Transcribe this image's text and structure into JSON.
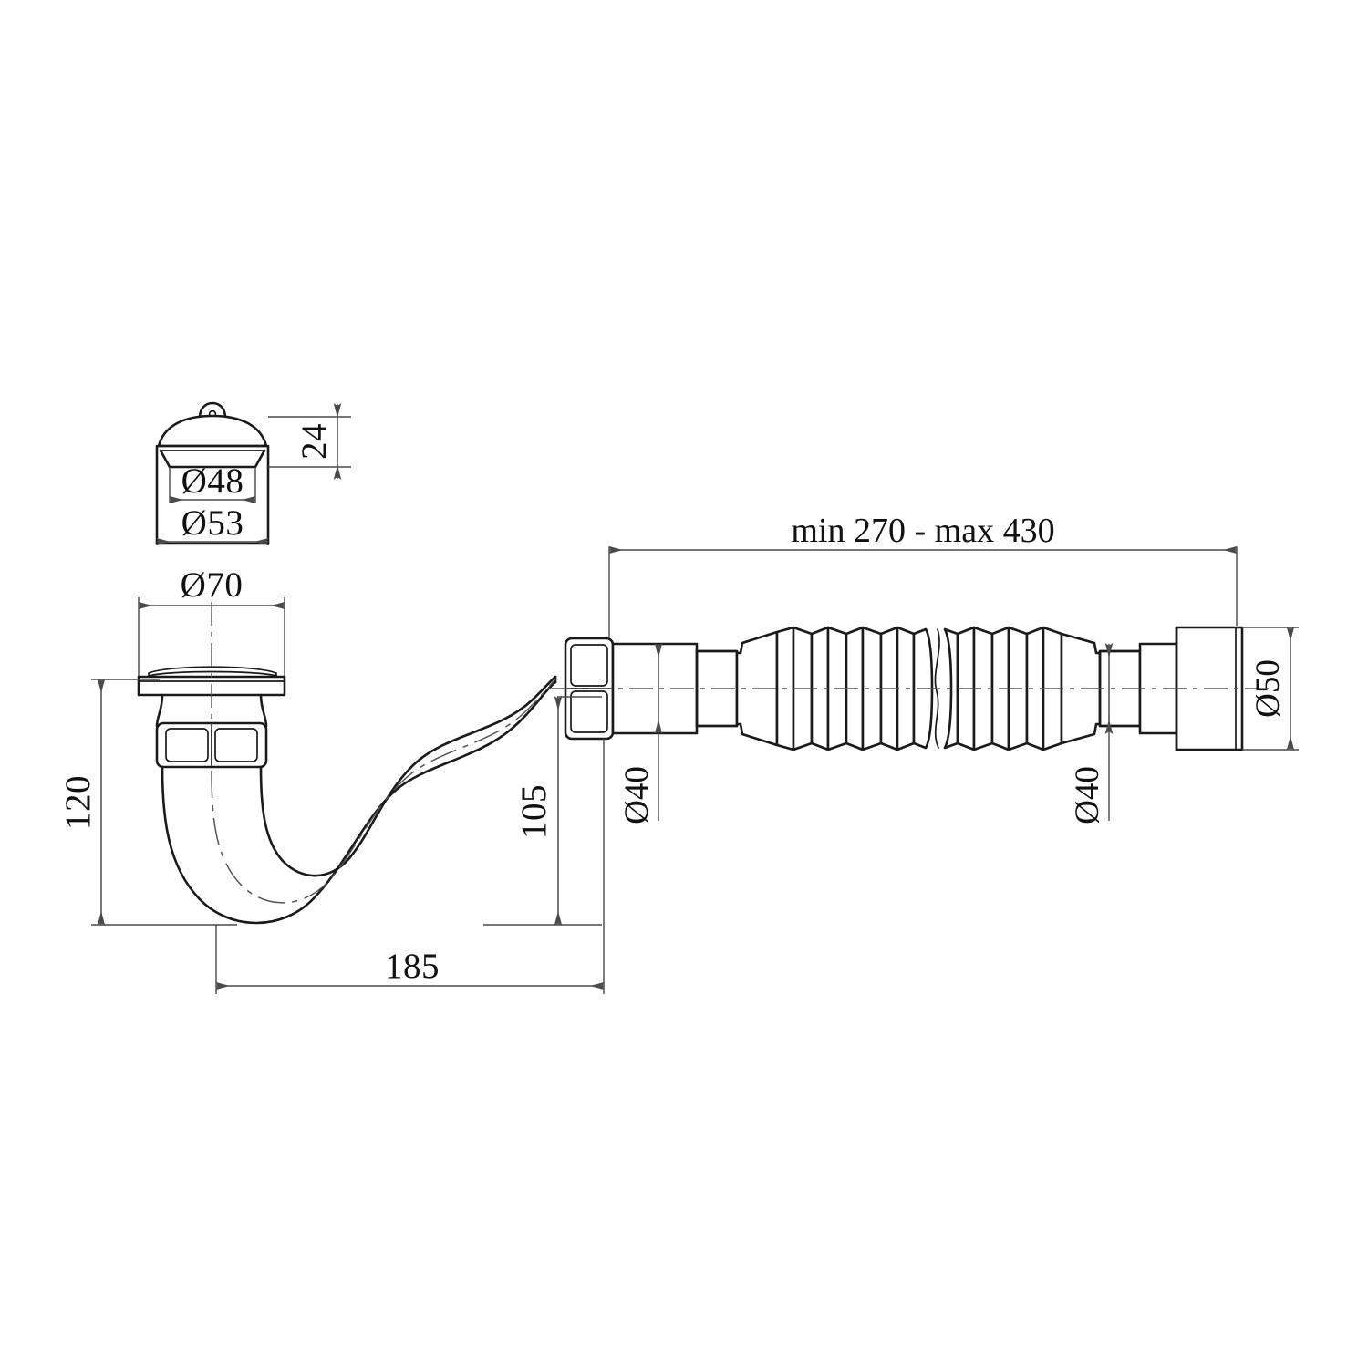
{
  "drawing": {
    "title": "Sink Trap with Flexible Corrugated Waste Pipe — Dimensioned Assembly Drawing",
    "units": "mm",
    "line_color": "#1a1a1a",
    "dimension_color": "#4a4a4a",
    "background": "#ffffff"
  },
  "dimensions": {
    "cap_height": "24",
    "cap_inner_diameter": "Ø48",
    "cap_outer_diameter": "Ø53",
    "flange_diameter": "Ø70",
    "trap_height": "120",
    "outlet_height": "105",
    "trap_length": "185",
    "flex_span": "min 270 - max 430",
    "inlet_pipe_diameter": "Ø40",
    "outlet_pipe_diameter": "Ø40",
    "end_socket_diameter": "Ø50"
  },
  "parts": {
    "strainer_cap": "strainer-dome-cap",
    "flange_grate": "sink-flange-strainer",
    "union_nut": "union-nut",
    "trap_bend": "u-bend-trap-body",
    "coupling_nut": "coupling-nut",
    "straight_pipe": "straight-pipe-section",
    "threaded_collar": "threaded-collar",
    "bellows": "flexible-corrugated-bellows",
    "outlet_socket": "outlet-socket"
  },
  "annotations": {
    "detail_view_label": "",
    "assembly_view_label": ""
  }
}
